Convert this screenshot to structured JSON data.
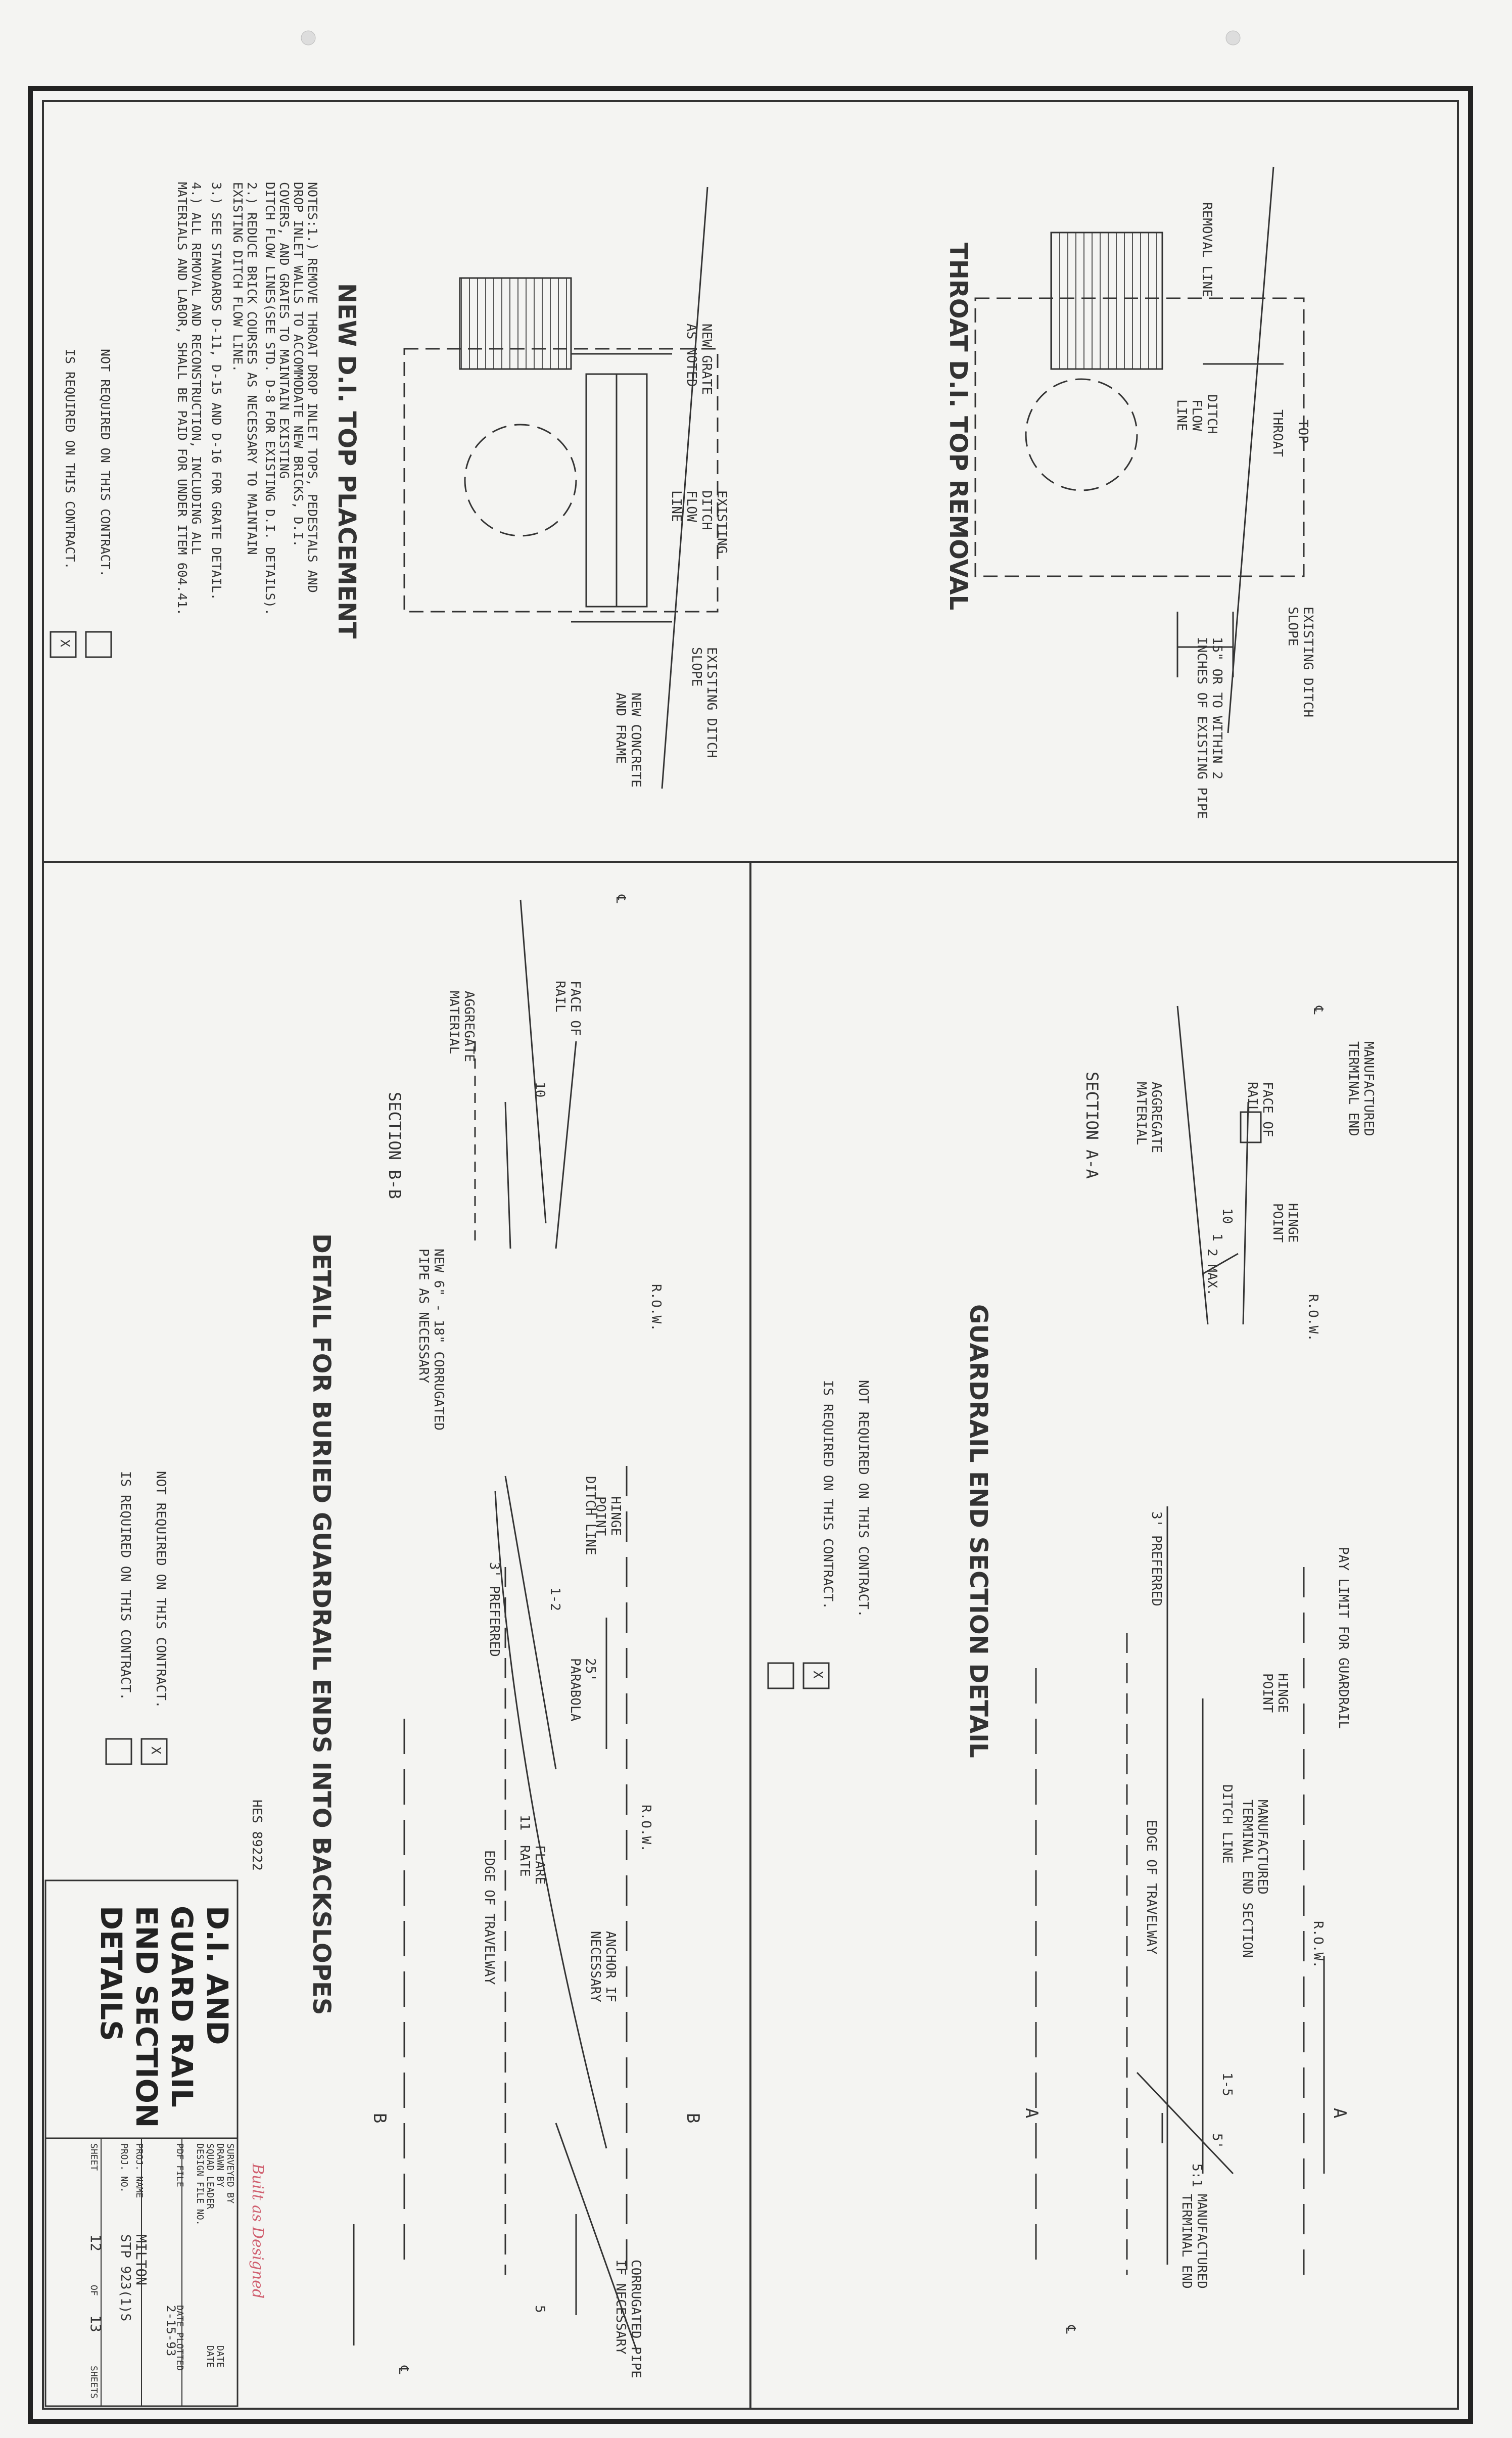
{
  "sheet_title": {
    "line1": "D.I. AND",
    "line2": "GUARD RAIL",
    "line3": "END SECTION",
    "line4": "DETAILS"
  },
  "hes_number": "HES 89222",
  "title_block": {
    "surveyed_by": "SURVEYED BY",
    "drawn_by": "DRAWN BY",
    "squad_leader": "SQUAD LEADER",
    "design_file_no": "DESIGN FILE NO.",
    "date_label": "DATE",
    "date_label2": "DATE",
    "pdf_file": "PDF FILE",
    "date_plotted": "DATE PLOTTED",
    "plotted_date": "2-15-93",
    "proj_name_label": "PROJ. NAME",
    "proj_name": "MILTON",
    "proj_no_label": "PROJ. NO.",
    "proj_no": "STP 923(1)S",
    "sheet_label": "SHEET",
    "sheet_no": "12",
    "of_label": "OF",
    "total_sheets": "13",
    "sheets_label": "SHEETS",
    "stamp": "Built as Designed"
  },
  "throat_removal": {
    "title": "THROAT D.I. TOP REMOVAL",
    "labels": {
      "removal_line": "REMOVAL LINE",
      "top": "TOP",
      "throat": "THROAT",
      "ditch_flow_line": [
        "DITCH",
        "FLOW",
        "LINE"
      ],
      "existing_ditch_slope": [
        "EXISTING DITCH",
        "SLOPE"
      ],
      "clearance": [
        "15\" OR TO WITHIN 2",
        "INCHES OF EXISTING PIPE"
      ]
    }
  },
  "new_top": {
    "title": "NEW D.I. TOP PLACEMENT",
    "labels": {
      "new_grate": [
        "NEW GRATE",
        "AS NOTED"
      ],
      "existing_ditch_flow_line": [
        "EXISTING",
        "DITCH",
        "FLOW",
        "LINE"
      ],
      "existing_ditch_slope": [
        "EXISTING DITCH",
        "SLOPE"
      ],
      "new_concrete": [
        "NEW CONCRETE",
        "AND FRAME"
      ]
    },
    "notes": [
      "NOTES:1.) REMOVE THROAT DROP INLET TOPS, PEDESTALS AND",
      "          DROP INLET WALLS TO ACCOMMODATE NEW BRICKS, D.I.",
      "          COVERS, AND GRATES TO MAINTAIN EXISTING",
      "          DITCH FLOW LINES(SEE STD. D-8 FOR EXISTING D.I. DETAILS).",
      "      2.) REDUCE BRICK COURSES AS NECESSARY TO MAINTAIN",
      "          EXISTING DITCH FLOW LINE.",
      "      3.) SEE STANDARDS D-11, D-15 AND D-16 FOR GRATE DETAIL.",
      "      4.) ALL REMOVAL AND RECONSTRUCTION, INCLUDING ALL",
      "          MATERIALS AND LABOR, SHALL BE PAID FOR UNDER ITEM 604.41."
    ],
    "not_required": "NOT REQUIRED ON THIS CONTRACT.",
    "is_required": "IS REQUIRED ON THIS CONTRACT.",
    "mark": "X"
  },
  "guardrail_end": {
    "title": "GUARDRAIL END SECTION DETAIL",
    "labels": {
      "pay_limit": "PAY LIMIT FOR GUARDRAIL",
      "row": "R.O.W.",
      "terminal_end_section": "TERMINAL END SECTION",
      "manufactured": "MANUFACTURED",
      "ditch_line": "DITCH LINE",
      "edge_of_travelway": "EDGE OF TRAVELWAY",
      "hinge_point": [
        "HINGE",
        "POINT"
      ],
      "three_preferred": "3' PREFERRED",
      "slope_15": "1-5",
      "slope_51": "5:1",
      "five_ft": "5'",
      "a": "A",
      "manufactured_terminal_end": [
        "MANUFACTURED",
        "TERMINAL END"
      ],
      "cl": "℄"
    },
    "section_aa": {
      "title": "SECTION A-A",
      "manufactured_terminal_end": [
        "MANUFACTURED",
        "TERMINAL END"
      ],
      "face_of_rail": [
        "FACE OF",
        "RAIL"
      ],
      "aggregate": [
        "AGGREGATE",
        "MATERIAL"
      ],
      "hinge_point": [
        "HINGE",
        "POINT"
      ],
      "ten": "10",
      "one": "1",
      "two_max": "2 MAX.",
      "row": "R.O.W.",
      "cl": "℄"
    },
    "not_required": "NOT REQUIRED ON THIS CONTRACT.",
    "is_required": "IS REQUIRED ON THIS CONTRACT.",
    "mark": "X"
  },
  "buried_guardrail": {
    "title": "DETAIL FOR BURIED GUARDRAIL ENDS INTO BACKSLOPES",
    "labels": {
      "row": "R.O.W.",
      "hinge_point": [
        "HINGE",
        "POINT"
      ],
      "ditch_line": "DITCH LINE",
      "slope_12": "1-2",
      "parabola": [
        "25'",
        "PARABOLA"
      ],
      "three_preferred": "3' PREFERRED",
      "flare_rate": [
        "FLARE",
        "RATE"
      ],
      "eleven": "11",
      "one": "1",
      "anchor": [
        "ANCHOR IF",
        "NECESSARY"
      ],
      "edge_of_travelway": "EDGE OF TRAVELWAY",
      "corrugated_pipe": [
        "CORRUGATED PIPE",
        "IF NECESSARY"
      ],
      "five": "5",
      "b": "B",
      "cl": "℄"
    },
    "section_bb": {
      "title": "SECTION B-B",
      "face_of_rail": [
        "FACE OF",
        "RAIL"
      ],
      "aggregate": [
        "AGGREGATE",
        "MATERIAL"
      ],
      "ten": "10",
      "row": "R.O.W.",
      "pipe": [
        "NEW 6\" - 18\" CORRUGATED",
        "PIPE AS NECESSARY"
      ],
      "cl": "℄"
    },
    "not_required": "NOT REQUIRED ON THIS CONTRACT.",
    "is_required": "IS REQUIRED ON THIS CONTRACT.",
    "mark": "X"
  }
}
